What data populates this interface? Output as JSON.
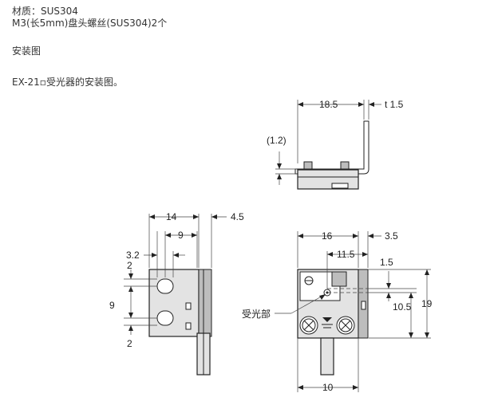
{
  "text_lines": {
    "material": "材质：SUS304",
    "screws": "M3(长5mm)盘头螺丝(SUS304)2个",
    "section_title": "安装图",
    "caption": "EX-21▫受光器的安装图。"
  },
  "drawing": {
    "top_view": {
      "width_dim": "18.5",
      "thickness_dim": "t 1.5",
      "offset_dim": "(1.2)"
    },
    "side_view": {
      "dim_14": "14",
      "dim_4_5": "4.5",
      "dim_9_top": "9",
      "dim_3_2": "3.2",
      "dim_2_top": "2",
      "dim_9_left": "9",
      "dim_2_bottom": "2"
    },
    "front_view": {
      "dim_16": "16",
      "dim_3_5": "3.5",
      "dim_11_5": "11.5",
      "dim_1_5": "1.5",
      "dim_10_5": "10.5",
      "dim_19": "19",
      "dim_10_bottom": "10",
      "receiver_label": "受光部"
    }
  }
}
